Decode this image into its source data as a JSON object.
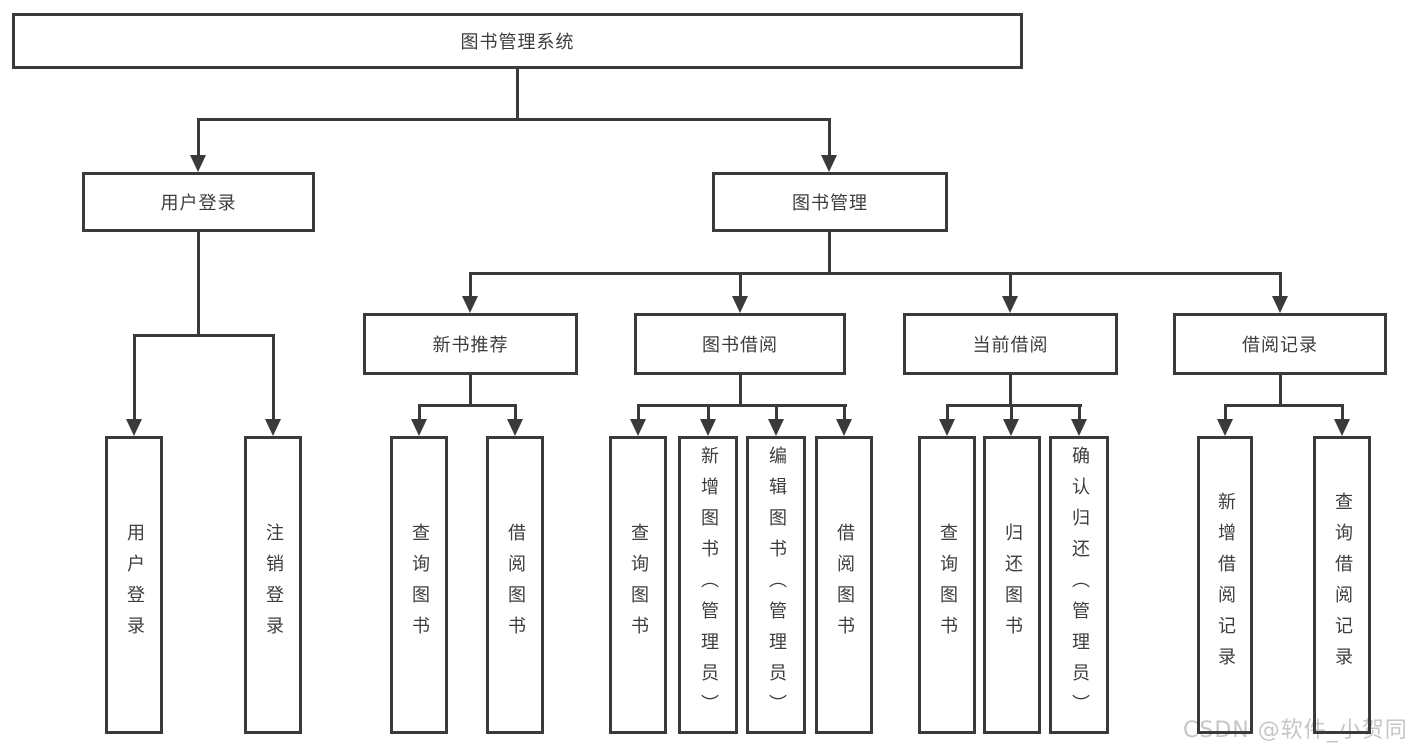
{
  "diagram": {
    "root": "图书管理系统",
    "level2": {
      "login": "用户登录",
      "management": "图书管理"
    },
    "level3": [
      "新书推荐",
      "图书借阅",
      "当前借阅",
      "借阅记录"
    ],
    "leaves": {
      "login": [
        "用户登录",
        "注销登录"
      ],
      "recommend": [
        "查询图书",
        "借阅图书"
      ],
      "borrow": [
        "查询图书",
        "新增图书（管理员）",
        "编辑图书（管理员）",
        "借阅图书"
      ],
      "current": [
        "查询图书",
        "归还图书",
        "确认归还（管理员）"
      ],
      "records": [
        "新增借阅记录",
        "查询借阅记录"
      ]
    }
  },
  "watermark": "CSDN @软件_小贺同学",
  "colors": {
    "line": "#3a3a3a",
    "text": "#3d3d3d",
    "watermark": "#c6c6c6",
    "background": "#ffffff"
  }
}
